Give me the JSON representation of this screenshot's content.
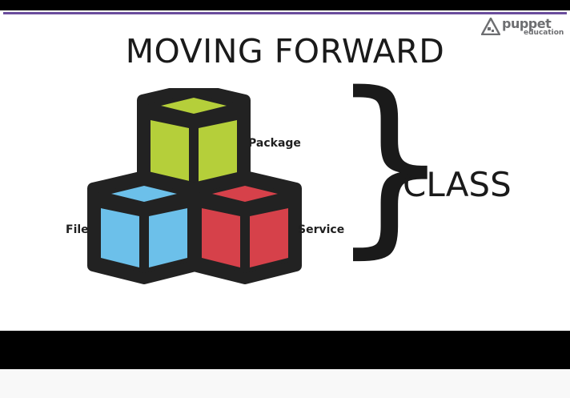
{
  "slide": {
    "title": "MOVING FORWARD",
    "class_label": "CLASS",
    "brace_glyph": "}"
  },
  "logo": {
    "word": "puppet",
    "sub": "education"
  },
  "diagram": {
    "cubes": [
      {
        "label": "Package",
        "color": "#b5cf3a"
      },
      {
        "label": "File",
        "color": "#6cc0ea"
      },
      {
        "label": "Service",
        "color": "#d6414a"
      }
    ]
  },
  "colors": {
    "accent_line": "#6a4c9c",
    "frame": "#000000",
    "text": "#1a1a1a"
  }
}
